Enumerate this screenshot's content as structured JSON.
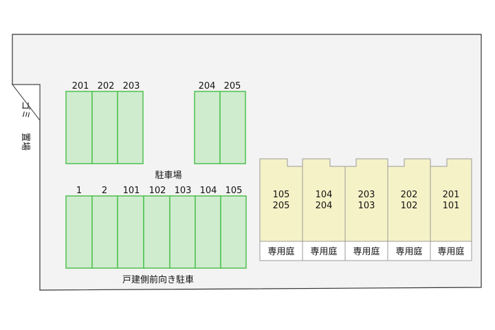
{
  "garbage_area": {
    "label_line1": "ゴミ",
    "label_line2": "置場"
  },
  "parking": {
    "label": "駐車場",
    "upper_row_left": [
      "201",
      "202",
      "203"
    ],
    "upper_row_right": [
      "204",
      "205"
    ],
    "lower_row": [
      "1",
      "2",
      "101",
      "102",
      "103",
      "104",
      "105"
    ]
  },
  "detached_parking_label": "戸建側前向き駐車",
  "units": [
    {
      "upper": "105",
      "lower": "205",
      "garden": "専用庭"
    },
    {
      "upper": "104",
      "lower": "204",
      "garden": "専用庭"
    },
    {
      "upper": "203",
      "lower": "103",
      "garden": "専用庭"
    },
    {
      "upper": "202",
      "lower": "102",
      "garden": "専用庭"
    },
    {
      "upper": "201",
      "lower": "101",
      "garden": "専用庭"
    }
  ],
  "colors": {
    "site_fill": "#f3f3f3",
    "site_outline": "#333333",
    "parking_fill": "#cfeccf",
    "parking_outline": "#4fc04f",
    "building_fill": "#f6f2c8"
  }
}
